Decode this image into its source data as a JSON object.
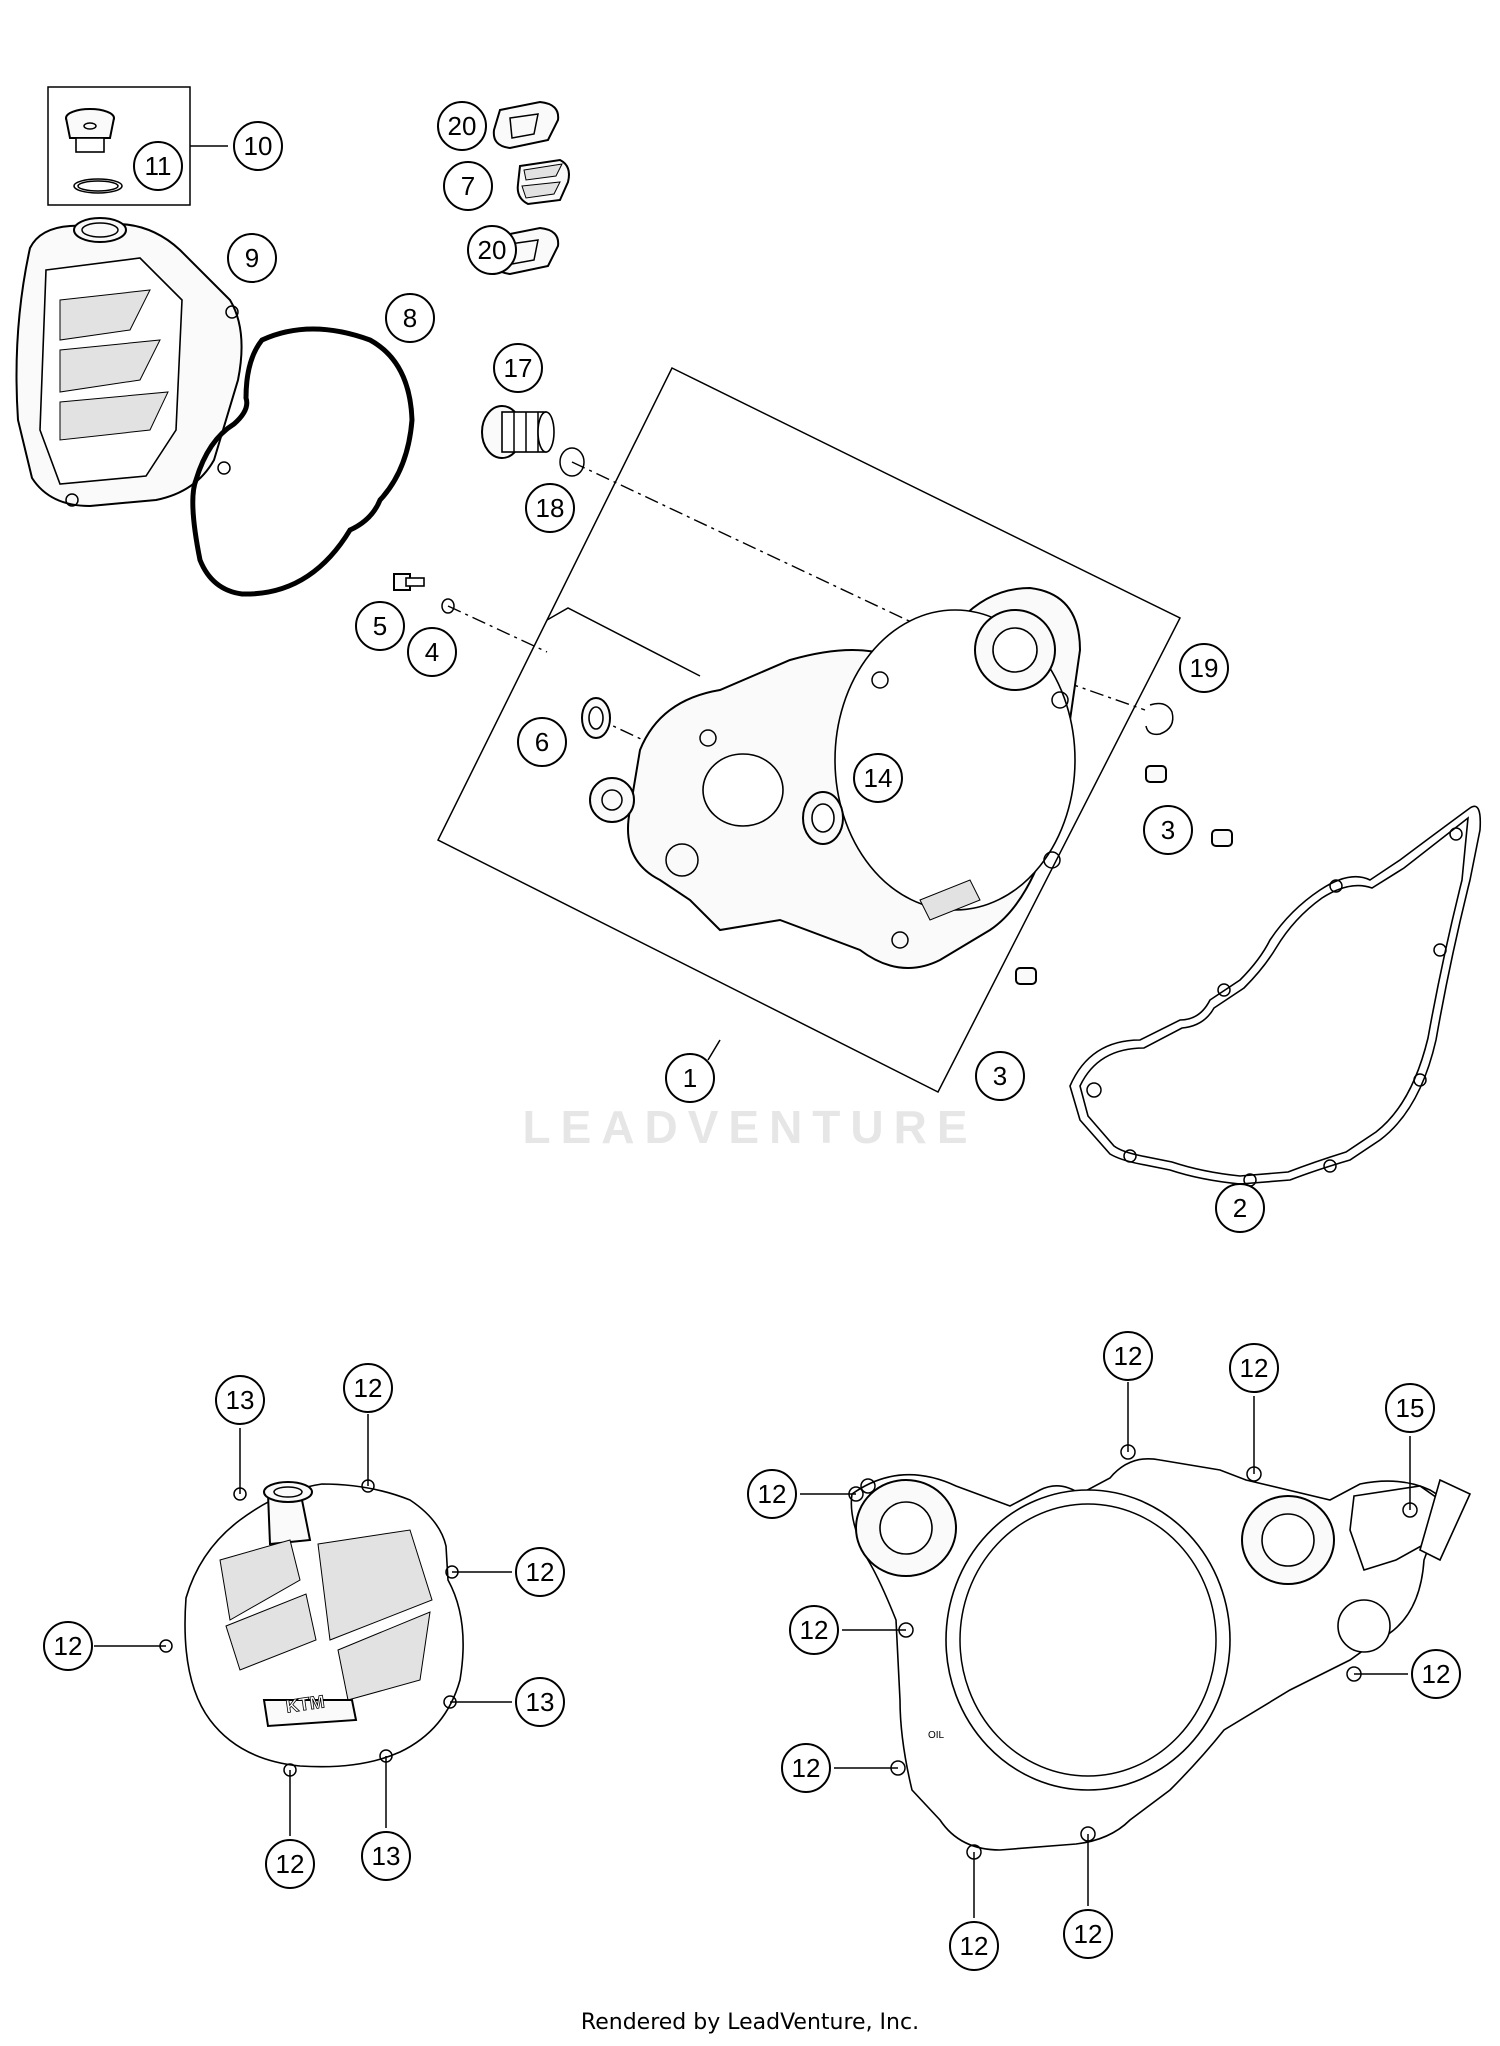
{
  "watermark_text": "LEADVENTURE",
  "footer_text": "Rendered by LeadVenture, Inc.",
  "cover_logo_text": "KTM",
  "oil_mark_text": "OIL",
  "callouts": {
    "c1": "1",
    "c2": "2",
    "c3a": "3",
    "c3b": "3",
    "c4": "4",
    "c5": "5",
    "c6": "6",
    "c7": "7",
    "c8": "8",
    "c9": "9",
    "c10": "10",
    "c11": "11",
    "c14": "14",
    "c17": "17",
    "c18": "18",
    "c19": "19",
    "c20a": "20",
    "c20b": "20",
    "l13a": "13",
    "l12a": "12",
    "l12b": "12",
    "l12c": "12",
    "l13b": "13",
    "l12d": "12",
    "l13c": "13",
    "r12a": "12",
    "r12b": "12",
    "r15": "15",
    "r12c": "12",
    "r12d": "12",
    "r12e": "12",
    "r12f": "12",
    "r12g": "12",
    "r12h": "12"
  }
}
